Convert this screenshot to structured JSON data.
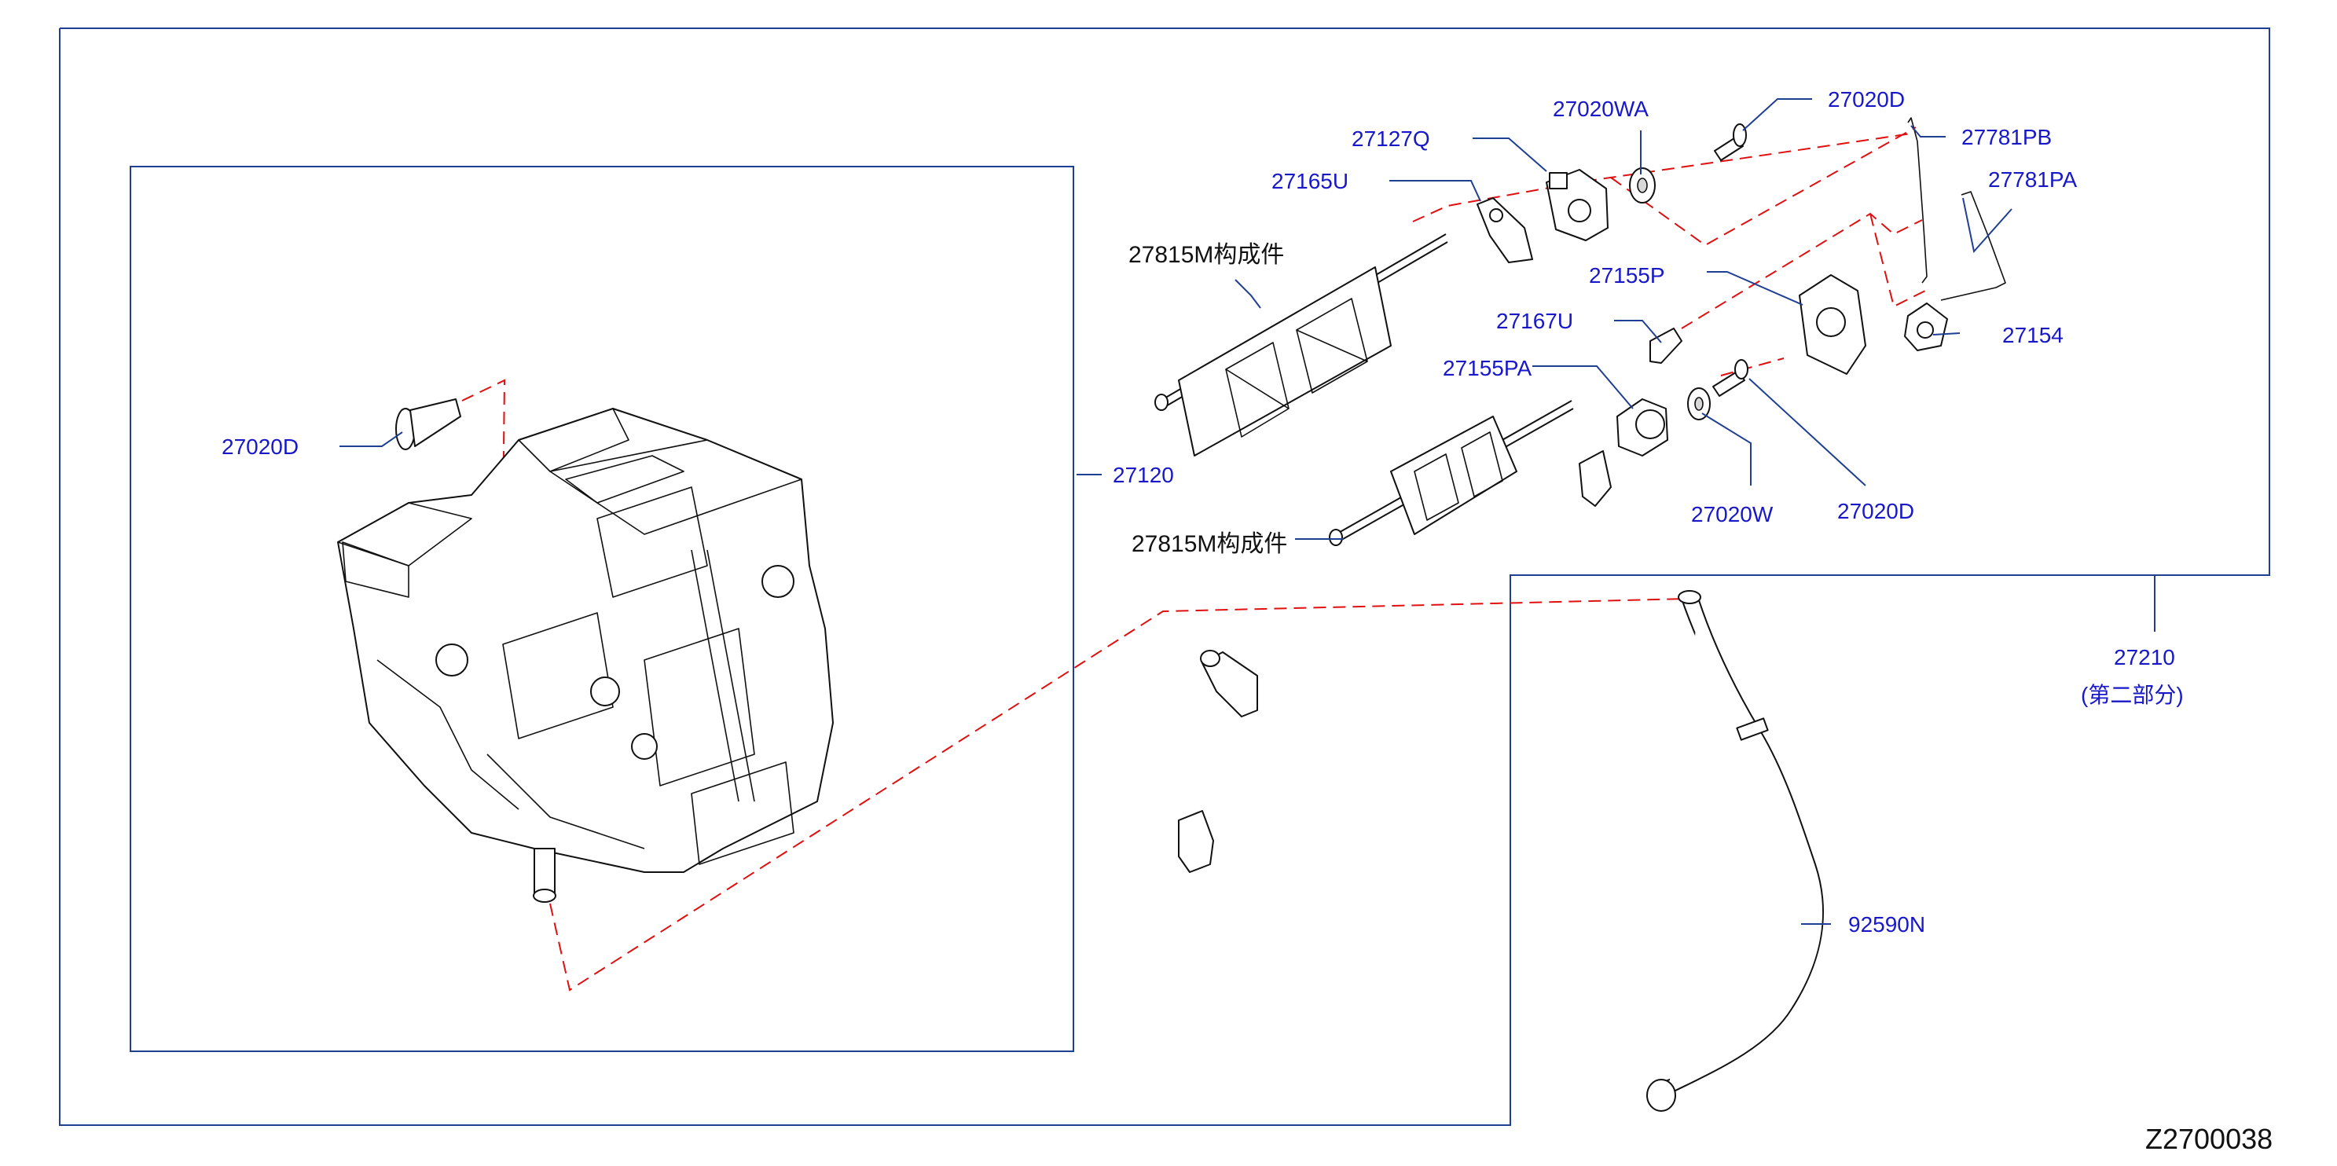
{
  "diagram_code": "Z2700038",
  "callouts": {
    "p27020D_left": "27020D",
    "p27120": "27120",
    "p27127Q": "27127Q",
    "p27020WA": "27020WA",
    "p27020D_top": "27020D",
    "p27781PB": "27781PB",
    "p27165U": "27165U",
    "p27781PA": "27781PA",
    "p27815M_top": "27815M构成件",
    "p27155P": "27155P",
    "p27167U": "27167U",
    "p27154": "27154",
    "p27155PA": "27155PA",
    "p27020W": "27020W",
    "p27020D_mid": "27020D",
    "p27815M_bottom": "27815M构成件",
    "p27210": "27210",
    "p27210_note": "(第二部分)",
    "p92590N": "92590N"
  }
}
